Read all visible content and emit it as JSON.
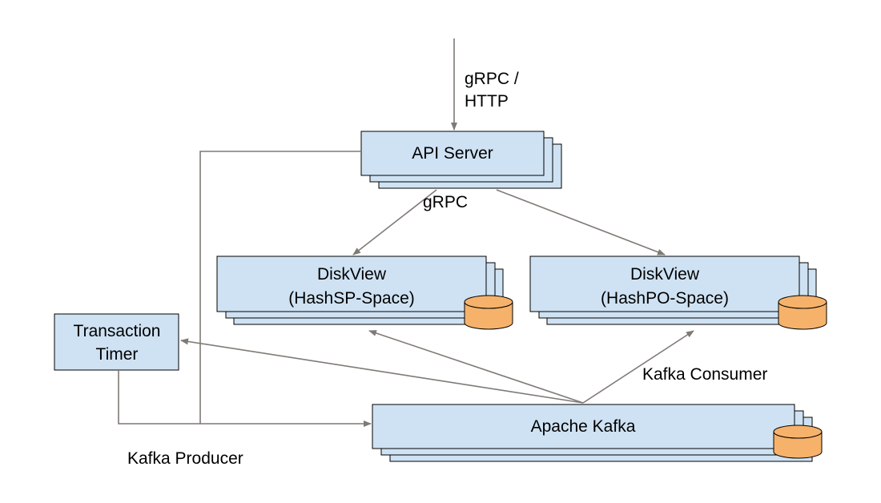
{
  "nodes": {
    "api_server": "API Server",
    "diskview_sp": {
      "line1": "DiskView",
      "line2": "(HashSP-Space)"
    },
    "diskview_po": {
      "line1": "DiskView",
      "line2": "(HashPO-Space)"
    },
    "transaction_timer": {
      "line1": "Transaction",
      "line2": "Timer"
    },
    "kafka": "Apache Kafka"
  },
  "edge_labels": {
    "grpc_http_line1": "gRPC /",
    "grpc_http_line2": "HTTP",
    "grpc": "gRPC",
    "kafka_consumer": "Kafka Consumer",
    "kafka_producer": "Kafka Producer"
  },
  "colors": {
    "box_fill": "#cfe2f3",
    "storage_fill": "#f6b26b",
    "edge": "#7f7a75"
  }
}
